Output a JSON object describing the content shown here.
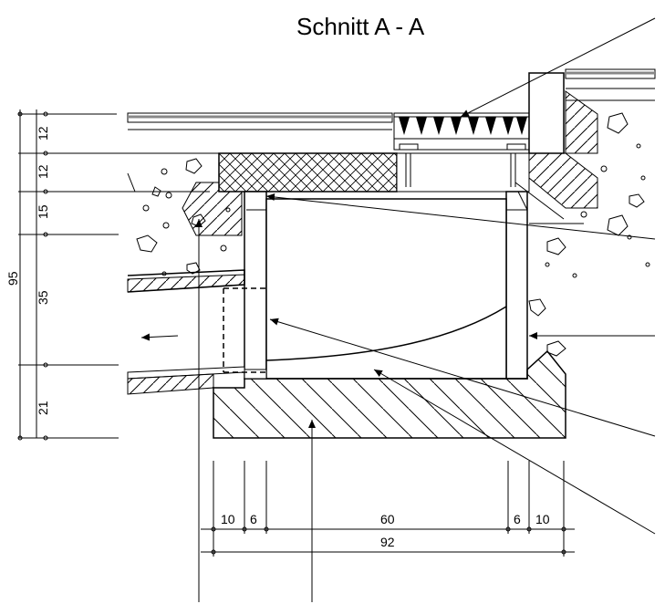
{
  "title": "Schnitt  A - A",
  "vertical_dimensions": {
    "total": "95",
    "segments": [
      "12",
      "12",
      "15",
      "35",
      "21"
    ]
  },
  "horizontal_dimensions": {
    "segments": [
      "10",
      "6",
      "60",
      "6",
      "10"
    ],
    "total": "92"
  }
}
